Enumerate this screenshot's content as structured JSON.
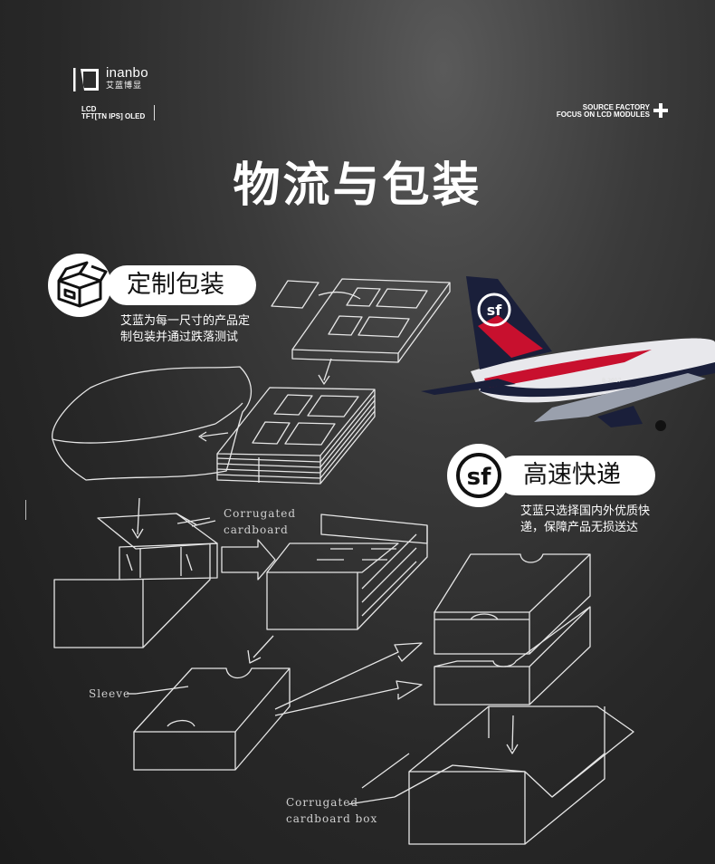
{
  "header": {
    "brand_name": "inanbo",
    "brand_cn": "艾蓝博显",
    "spec_line1": "LCD",
    "spec_line2": "TFT[TN IPS] OLED",
    "source_line1": "SOURCE FACTORY",
    "source_line2": "FOCUS ON LCD MODULES"
  },
  "title": "物流与包装",
  "section1": {
    "label": "定制包装",
    "desc_line1": "艾蓝为每一尺寸的产品定",
    "desc_line2": "制包装并通过跌落测试",
    "icon": "box-icon"
  },
  "section2": {
    "label": "高速快递",
    "desc_line1": "艾蓝只选择国内外优质快",
    "desc_line2": "递，保障产品无损送达",
    "icon": "sf-logo-icon"
  },
  "diagram": {
    "label_corrugated_1": "Corrugated",
    "label_corrugated_2": "cardboard",
    "label_sleeve": "Sleeve",
    "label_box_1": "Corrugated",
    "label_box_2": "cardboard box"
  },
  "colors": {
    "background": "#2a2a2a",
    "pill": "#ffffff",
    "airplane_red": "#c8102e",
    "airplane_navy": "#1a1f3a"
  }
}
